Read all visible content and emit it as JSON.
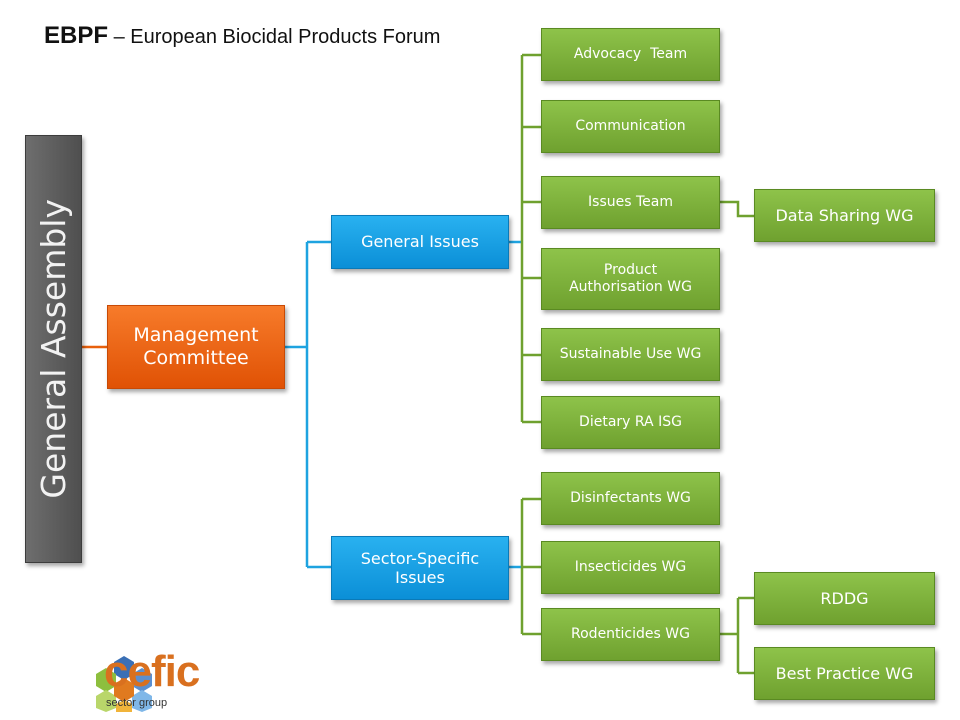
{
  "header": {
    "title_bold": "EBPF",
    "title_rest": " – European Biocidal Products Forum"
  },
  "org": {
    "general_assembly": "General Assembly",
    "management_committee": "Management Committee",
    "general_issues": "General Issues",
    "sector_specific_issues": "Sector-Specific Issues",
    "general_children": [
      "Advocacy  Team",
      "Communication",
      "Issues Team",
      "Product Authorisation WG",
      "Sustainable Use WG",
      "Dietary RA ISG"
    ],
    "sector_children": [
      "Disinfectants WG",
      "Insecticides WG",
      "Rodenticides WG"
    ],
    "data_sharing": "Data Sharing WG",
    "rddg": "RDDG",
    "best_practice": "Best Practice WG"
  },
  "logo": {
    "brand": "cefic",
    "sub": "sector group"
  },
  "colors": {
    "orange": "#e8600c",
    "blue": "#1aa0e5",
    "green": "#7cb13c",
    "gray": "#5a5a5a",
    "line_blue": "#1ea3e0",
    "line_green": "#6fa12f"
  }
}
